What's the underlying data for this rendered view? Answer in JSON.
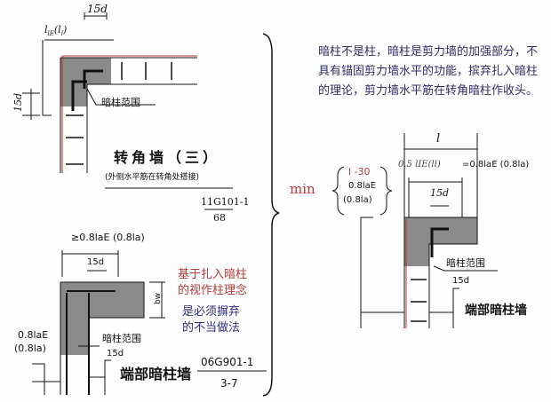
{
  "top_left": {
    "dim_15d": "15d",
    "dim_lie": "l",
    "dim_lie_sub": "lE",
    "dim_lie_paren": "(l",
    "dim_lie_paren_sub": "l",
    "dim_lie_close": ")",
    "dim_15d_side": "15d",
    "region_label": "暗柱范围",
    "title": "转角墙（三）",
    "subtitle": "(外侧水平筋在转角处搭接)",
    "ref_code": "11G101-1",
    "ref_page": "68"
  },
  "bottom_left": {
    "dim_top": "≥0.8laE (0.8la)",
    "dim_15d": "15d",
    "dim_bw": "bw",
    "note_red_1": "基于扎入暗柱",
    "note_red_2": "的视作柱理念",
    "note_blue_1": "是必须摒弃",
    "note_blue_2": "的不当做法",
    "dim_left_1": "0.8laE",
    "dim_left_2": "(0.8la)",
    "region_label": "暗柱范围",
    "dim_15d_right": "15d",
    "title": "端部暗柱墙",
    "ref_code": "06G901-1",
    "ref_page": "3-7"
  },
  "right": {
    "paragraph": "暗柱不是柱，暗柱是剪力墙的加强部分，不具有锚固剪力墙水平的功能，摈弃扎入暗柱的理论，剪力墙水平筋在转角暗柱作收头。",
    "dim_l": "l",
    "dim_half": "0.5 lIE(ll)",
    "dim_eq": "=0.8laE (0.8la)",
    "min_label": "min",
    "min_1": "l -30",
    "min_2": "0.8laE",
    "min_3": "(0.8la)",
    "dim_15d": "15d",
    "region_label": "暗柱范围",
    "dim_15d_lower": "15d",
    "title": "端部暗柱墙"
  },
  "colors": {
    "red_text": "#b23a3a",
    "blue_text": "#2e2e80",
    "concrete": "#8a8a8a",
    "wall_red_line": "#c03030"
  }
}
